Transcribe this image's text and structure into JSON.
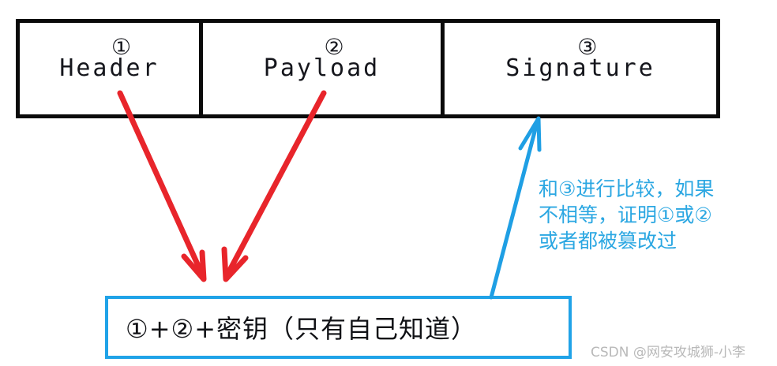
{
  "diagram": {
    "title_segments": [
      {
        "key": "header",
        "label": "Header",
        "marker": "①"
      },
      {
        "key": "payload",
        "label": "Payload",
        "marker": "②"
      },
      {
        "key": "signature",
        "label": "Signature",
        "marker": "③"
      }
    ],
    "secret_box": {
      "text": "①+②+密钥（只有自己知道）"
    },
    "verify_note": {
      "line1": "和③进行比较，如果",
      "line2": "不相等，证明①或②",
      "line3": "或者都被篡改过"
    },
    "watermark": "CSDN @网安攻城狮-小李",
    "colors": {
      "box_border": "#0a0a0a",
      "red_arrow": "#e8252b",
      "blue_accent": "#20a3e8",
      "blue_text": "#2ba7e2",
      "watermark": "#b9b9b9",
      "background": "#ffffff"
    }
  }
}
